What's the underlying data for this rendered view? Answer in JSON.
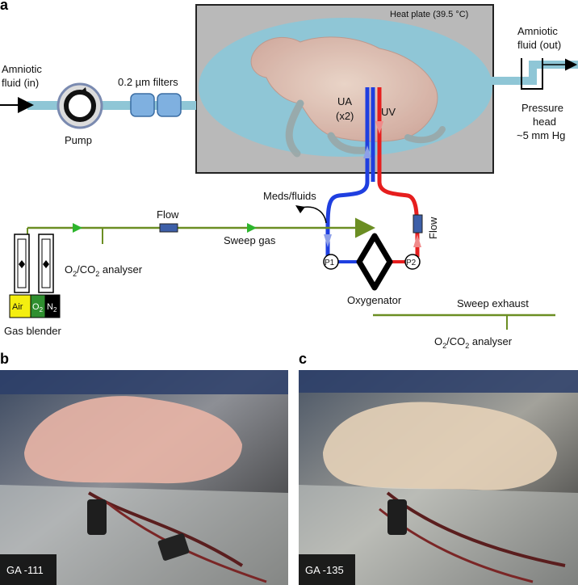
{
  "panels": {
    "a": "a",
    "b": "b",
    "c": "c"
  },
  "labels": {
    "heat_plate": "Heat plate (39.5 °C)",
    "amniotic_in_line1": "Amniotic",
    "amniotic_in_line2": "fluid (in)",
    "amniotic_out_line1": "Amniotic",
    "amniotic_out_line2": "fluid (out)",
    "pump": "Pump",
    "filters": "0.2 µm filters",
    "ua_line1": "UA",
    "ua_line2": "(x2)",
    "uv": "UV",
    "pressure_line1": "Pressure",
    "pressure_line2": "head",
    "pressure_line3": "~5 mm Hg",
    "meds": "Meds/fluids",
    "flow_top": "Flow",
    "flow_side": "Flow",
    "sweep_gas": "Sweep gas",
    "p1": "P1",
    "p2": "P2",
    "oxygenator": "Oxygenator",
    "sweep_exhaust": "Sweep exhaust",
    "analyser_left_prefix": "O",
    "analyser_left_mid": "/CO",
    "analyser_left_suffix": " analyser",
    "analyser_right_prefix": "O",
    "analyser_right_mid": "/CO",
    "analyser_right_suffix": " analyser",
    "sub2": "2",
    "gas_blender": "Gas blender",
    "air": "Air",
    "o2_prefix": "O",
    "n2_prefix": "N"
  },
  "photos": {
    "left_caption": "GA -111",
    "right_caption": "GA -135"
  },
  "colors": {
    "artery": "#1f3fe0",
    "vein": "#e61e1e",
    "gas_line": "#6b8e23",
    "fluid": "#8fc6d6",
    "air": "#f4ee10",
    "o2": "#2f8f2f",
    "n2": "#000000"
  }
}
